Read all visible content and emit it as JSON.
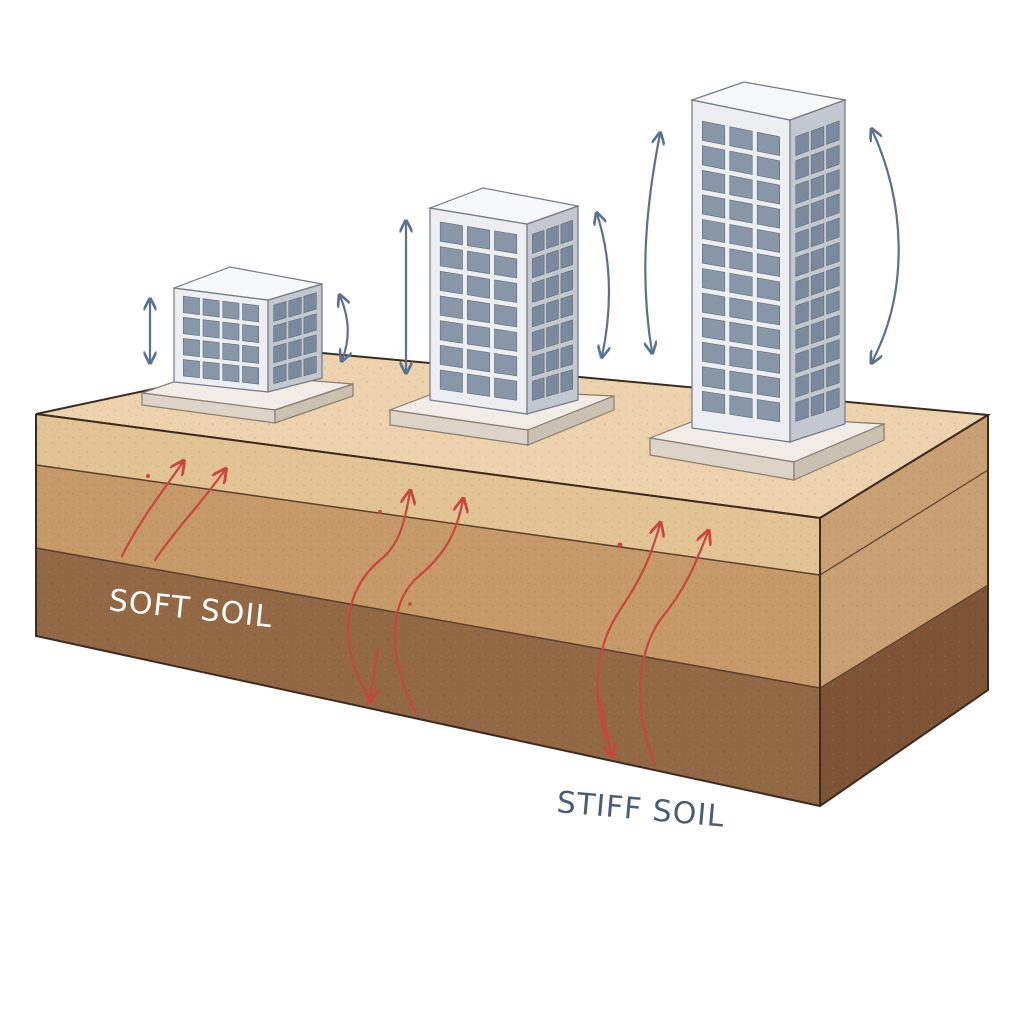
{
  "labels": {
    "soft_soil": "SOFT SOIL",
    "stiff_soil": "STIFF SOIL"
  },
  "colors": {
    "background": "#ffffff",
    "soil_top": "#ecd3ad",
    "soil_front_upper": "#e2c394",
    "soil_front_middle": "#c69a68",
    "soil_front_lower": "#936845",
    "soil_side_upper": "#c9a073",
    "soil_side_lower": "#7d5536",
    "outline": "#3c2b1f",
    "building_front": "#eceef1",
    "building_side": "#c3c8ce",
    "window": "#8797a8",
    "motion_arrow": "#5a7190",
    "seismic_wave": "#c9453f",
    "label_soft": "#ffffff",
    "label_stiff": "#4a5d78"
  },
  "icons": [
    "building-low-rise",
    "building-mid-rise",
    "building-high-rise",
    "sway-arrow",
    "seismic-wave-arrow"
  ]
}
